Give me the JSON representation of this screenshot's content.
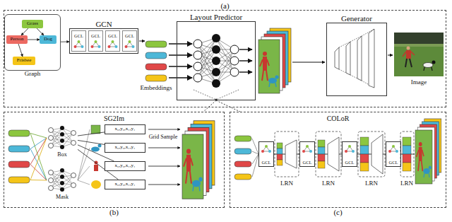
{
  "diagram": {
    "nodes": [
      {
        "text": [
          "(a)"
        ]
      },
      {
        "text": [
          "Graph"
        ],
        "in": 0
      },
      {
        "text": [
          "Grass"
        ],
        "in": 1
      },
      {
        "text": [
          "Person"
        ],
        "in": 1
      },
      {
        "text": [
          "Dog"
        ],
        "in": 1
      },
      {
        "text": [
          "Frisbee"
        ],
        "in": 1
      },
      {
        "text": [
          "GCN"
        ],
        "in": 0
      },
      {
        "text": [
          "GCL"
        ],
        "in": 6
      },
      {
        "text": [
          "GCL"
        ],
        "in": 6
      },
      {
        "text": [
          "GCL"
        ],
        "in": 6
      },
      {
        "text": [
          "GCL"
        ],
        "in": 6
      },
      {
        "text": [
          "Layout Predictor"
        ],
        "in": 0
      },
      {
        "text": [
          "Generator"
        ],
        "in": 0
      },
      {
        "text": [
          "SG2Im",
          "(b)"
        ]
      },
      {
        "text": [
          "Box"
        ],
        "in": 13
      },
      {
        "text": [
          "Mask"
        ],
        "in": 13
      },
      {
        "text": [
          "x₀,y₀,x₁,y₁"
        ],
        "in": 13
      },
      {
        "text": [
          "x₀,y₀,x₁,y₁"
        ],
        "in": 13
      },
      {
        "text": [
          "x₀,y₀,x₁,y₁"
        ],
        "in": 13
      },
      {
        "text": [
          "x₀,y₀,x₁,y₁"
        ],
        "in": 13
      },
      {
        "text": [
          "COLoR",
          "(c)"
        ]
      },
      {
        "text": [
          "GCL"
        ],
        "in": 20
      },
      {
        "text": [
          "GCL"
        ],
        "in": 20
      },
      {
        "text": [
          "GCL"
        ],
        "in": 20
      },
      {
        "text": [
          "GCL"
        ],
        "in": 20
      }
    ],
    "edges": [
      {
        "from": 1,
        "to": 6,
        "arrow": "to"
      },
      {
        "from": 2,
        "to": 3,
        "arrow": "to"
      },
      {
        "from": 2,
        "to": 4,
        "arrow": "to"
      },
      {
        "from": 3,
        "to": 4,
        "arrow": "to"
      },
      {
        "from": 3,
        "to": 5,
        "arrow": "to"
      },
      {
        "from": 14,
        "to": 16,
        "arrow": "none"
      },
      {
        "from": 14,
        "to": 17,
        "arrow": "none"
      },
      {
        "from": 14,
        "to": 18,
        "arrow": "none"
      },
      {
        "from": 14,
        "to": 19,
        "arrow": "none"
      },
      {
        "from": 11,
        "to": 13,
        "arrow": "none"
      },
      {
        "from": 11,
        "to": 20,
        "arrow": "none"
      }
    ],
    "labels": [
      "Embeddings",
      "Image",
      "Grid Sample",
      "LRN",
      "LRN",
      "LRN",
      "LRN"
    ]
  }
}
